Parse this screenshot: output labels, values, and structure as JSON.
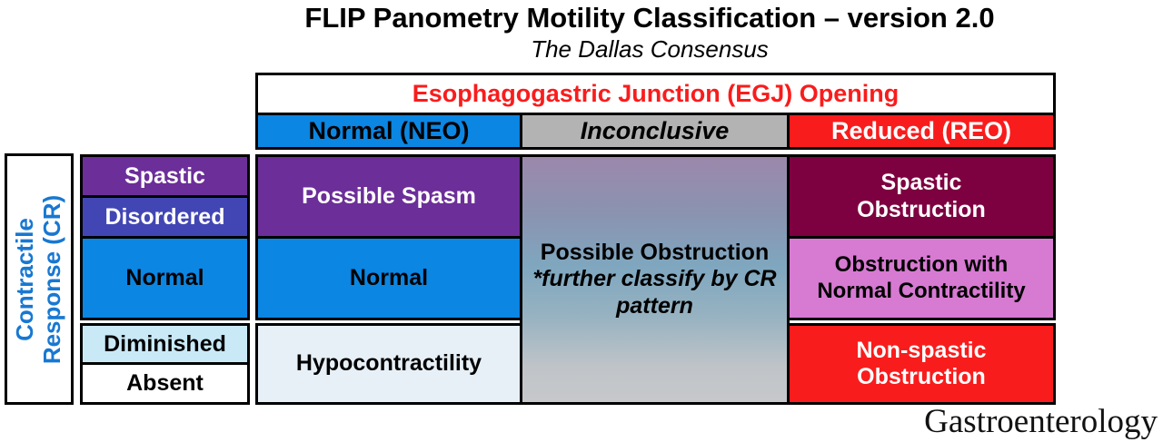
{
  "title": "FLIP Panometry Motility Classification – version 2.0",
  "subtitle": "The Dallas Consensus",
  "journal_logo": "Gastroenterology",
  "egj_axis": {
    "header": "Esophagogastric Junction (EGJ) Opening",
    "columns": [
      {
        "label": "Normal (NEO)"
      },
      {
        "label": "Inconclusive"
      },
      {
        "label": "Reduced (REO)"
      }
    ]
  },
  "cr_axis": {
    "label": "Contractile Response (CR)",
    "label_lines": [
      "Contractile",
      "Response (CR)"
    ],
    "rows": [
      {
        "label": "Spastic"
      },
      {
        "label": "Disordered"
      },
      {
        "label": "Normal"
      },
      {
        "label": "Diminished"
      },
      {
        "label": "Absent"
      }
    ]
  },
  "cells": {
    "possible_spasm": "Possible Spasm",
    "neo_normal": "Normal",
    "hypocontractility": "Hypocontractility",
    "possible_obstruction": {
      "title": "Possible Obstruction",
      "note_line1": "*further classify by CR",
      "note_line2": "pattern"
    },
    "spastic_obstruction": {
      "line1": "Spastic",
      "line2": "Obstruction"
    },
    "obstruction_normal_contractility": {
      "line1": "Obstruction with",
      "line2": "Normal Contractility"
    },
    "non_spastic_obstruction": {
      "line1": "Non-spastic",
      "line2": "Obstruction"
    }
  },
  "colors": {
    "neo_blue": "#0b86e3",
    "inconclusive_gray": "#b3b3b3",
    "reo_red": "#f91c1c",
    "egj_header_red": "#f91c1c",
    "cr_label_blue": "#1878d2",
    "spastic_purple": "#6c2e98",
    "disordered_violet": "#4246b4",
    "diminished_light_blue": "#c9e9f7",
    "hypocontractility_pale_blue": "#e7f0f7",
    "spastic_obstruction_maroon": "#7d0040",
    "obstruction_pink": "#d77ad2",
    "gradient_top": "#9c88ac",
    "gradient_middle": "#7fa7bf",
    "gradient_bottom": "#c6c8cb"
  }
}
